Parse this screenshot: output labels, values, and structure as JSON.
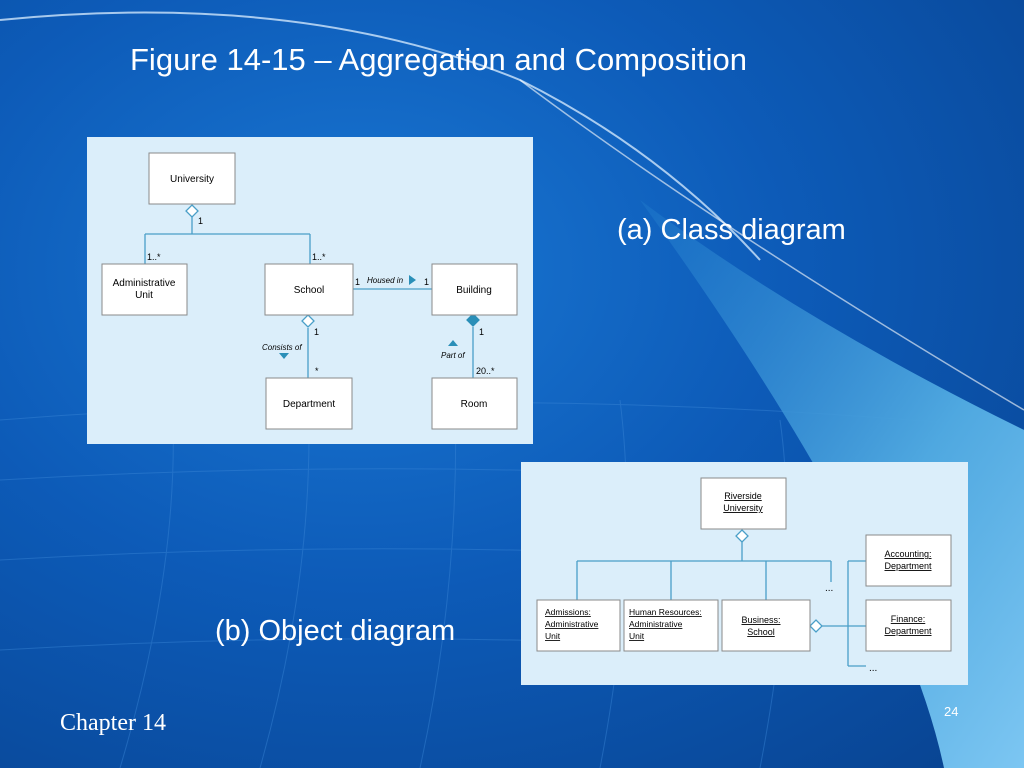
{
  "slide": {
    "title": "Figure 14-15 – Aggregation and Composition",
    "label_a": "(a) Class diagram",
    "label_b": "(b) Object diagram",
    "footer_chapter": "Chapter 14",
    "page_number": "24"
  },
  "class_diagram": {
    "classes": {
      "university": "University",
      "admin_unit_line1": "Administrative",
      "admin_unit_line2": "Unit",
      "school": "School",
      "building": "Building",
      "department": "Department",
      "room": "Room"
    },
    "multiplicities": {
      "university_side": "1",
      "admin_unit_side": "1..*",
      "school_top": "1..*",
      "school_housed": "1",
      "building_housed": "1",
      "school_bottom": "1",
      "department_side": "*",
      "building_bottom": "1",
      "room_side": "20..*"
    },
    "associations": {
      "housed_in": "Housed in",
      "consists_of": "Consists of",
      "part_of": "Part of"
    }
  },
  "object_diagram": {
    "objects": {
      "riverside_line1": "Riverside",
      "riverside_line2": "University",
      "admissions_line1": "Admissions:",
      "admissions_line2": "Administrative",
      "admissions_line3": "Unit",
      "hr_line1": "Human Resources:",
      "hr_line2": "Administrative",
      "hr_line3": "Unit",
      "business_line1": "Business:",
      "business_line2": "School",
      "accounting_line1": "Accounting:",
      "accounting_line2": "Department",
      "finance_line1": "Finance:",
      "finance_line2": "Department"
    },
    "ellipsis_top": "...",
    "ellipsis_bottom": "..."
  },
  "colors": {
    "background": "#0d5bb8",
    "panel": "#dbeefa",
    "connector": "#4a9fc8",
    "text": "#ffffff"
  }
}
